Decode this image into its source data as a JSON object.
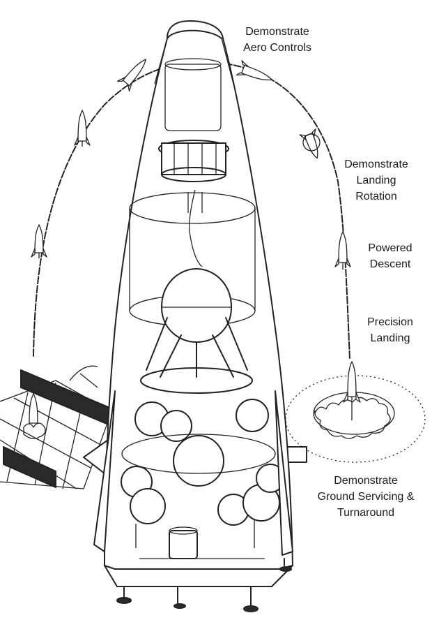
{
  "labels": {
    "aero_controls": [
      "Demonstrate",
      "Aero Controls"
    ],
    "landing_rotation": [
      "Demonstrate",
      "Landing",
      "Rotation"
    ],
    "powered_descent": [
      "Powered",
      "Descent"
    ],
    "precision_landing": [
      "Precision",
      "Landing"
    ],
    "ground_servicing": [
      "Demonstrate",
      "Ground Servicing &",
      "Turnaround"
    ]
  }
}
